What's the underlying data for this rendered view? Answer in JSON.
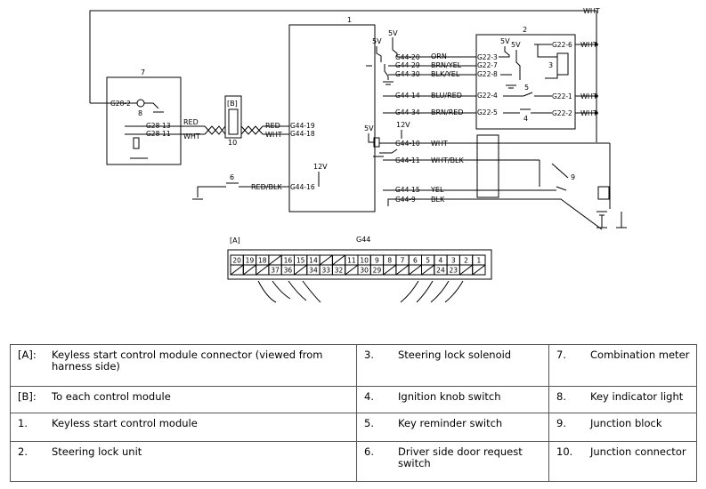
{
  "diagram": {
    "wire_colors": {
      "wht": "WHT",
      "orn": "ORN",
      "brn_yel": "BRN/YEL",
      "blk_yel": "BLK/YEL",
      "blu_red": "BLU/RED",
      "brn_red": "BRN/RED",
      "wht_blk": "WHT/BLK",
      "yel": "YEL",
      "blk": "BLK",
      "red": "RED",
      "red_blk": "RED/BLK"
    },
    "module_numbers": {
      "m1": "1",
      "m2": "2",
      "m3": "3",
      "m4": "4",
      "m5": "5",
      "m6": "6",
      "m7": "7",
      "m8": "8",
      "m9": "9",
      "m10": "10"
    },
    "voltages": {
      "v5": "5V",
      "v12": "12V"
    },
    "labels": {
      "b": "[B]",
      "a": "[A]",
      "g44": "G44"
    },
    "pins": {
      "g44_20": "G44-20",
      "g44_29": "G44-29",
      "g44_30": "G44-30",
      "g44_14": "G44-14",
      "g44_34": "G44-34",
      "g44_19": "G44-19",
      "g44_18": "G44-18",
      "g44_10": "G44-10",
      "g44_11": "G44-11",
      "g44_16": "G44-16",
      "g44_15": "G44-15",
      "g44_9": "G44-9",
      "g22_3": "G22-3",
      "g22_7": "G22-7",
      "g22_8": "G22-8",
      "g22_4": "G22-4",
      "g22_5": "G22-5",
      "g22_6": "G22-6",
      "g22_1": "G22-1",
      "g22_2": "G22-2",
      "g28_2": "G28-2",
      "g28_13": "G28-13",
      "g28_11": "G28-11"
    },
    "connector_top": [
      "20",
      "19",
      "18",
      "",
      "16",
      "15",
      "14",
      "",
      "",
      "11",
      "10",
      "9",
      "8",
      "7",
      "6",
      "5",
      "4",
      "3",
      "2",
      "1"
    ],
    "connector_bottom": [
      "",
      "",
      "",
      "37",
      "36",
      "",
      "34",
      "33",
      "32",
      "",
      "30",
      "29",
      "",
      "",
      "",
      "",
      "24",
      "23",
      "",
      ""
    ]
  },
  "legend": {
    "rows": [
      [
        {
          "key": "[A]:",
          "value": "Keyless start control module connector (viewed from harness side)"
        },
        {
          "key": "3.",
          "value": "Steering lock solenoid"
        },
        {
          "key": "7.",
          "value": "Combination meter"
        }
      ],
      [
        {
          "key": "[B]:",
          "value": "To each control module"
        },
        {
          "key": "4.",
          "value": "Ignition knob switch"
        },
        {
          "key": "8.",
          "value": "Key indicator light"
        }
      ],
      [
        {
          "key": "1.",
          "value": "Keyless start control module"
        },
        {
          "key": "5.",
          "value": "Key reminder switch"
        },
        {
          "key": "9.",
          "value": "Junction block"
        }
      ],
      [
        {
          "key": "2.",
          "value": "Steering lock unit"
        },
        {
          "key": "6.",
          "value": "Driver side door request switch"
        },
        {
          "key": "10.",
          "value": "Junction connector"
        }
      ]
    ]
  }
}
